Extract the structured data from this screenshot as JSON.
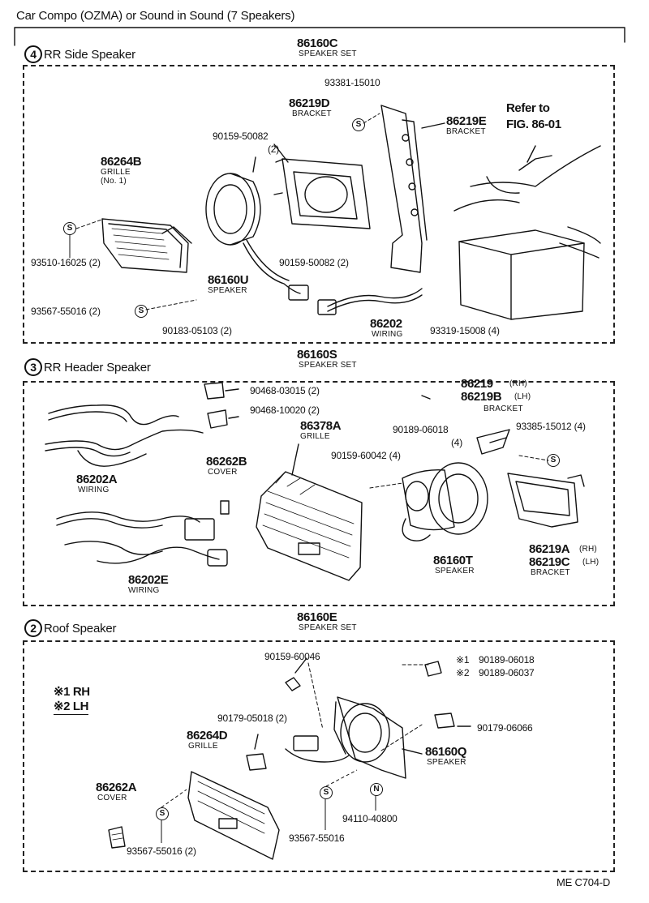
{
  "header": {
    "title": "Car Compo (OZMA) or Sound in Sound (7 Speakers)",
    "footer_code": "ME  C704-D"
  },
  "section4": {
    "num": "4",
    "title": "RR Side Speaker",
    "set_no": "86160C",
    "set_caption": "SPEAKER SET",
    "labels": {
      "p93381": "93381-15010",
      "p86219D": "86219D",
      "p86219D_cap": "BRACKET",
      "p86219E": "86219E",
      "p86219E_cap": "BRACKET",
      "refer1": "Refer to",
      "refer2": "FIG. 86-01",
      "p90159a": "90159-50082",
      "p90159a_qty": "(2)",
      "p86264B": "86264B",
      "p86264B_cap": "GRILLE",
      "p86264B_sub": "(No. 1)",
      "p93510": "93510-16025 (2)",
      "p86160U": "86160U",
      "p86160U_cap": "SPEAKER",
      "p90159b": "90159-50082 (2)",
      "p93567": "93567-55016 (2)",
      "p90183": "90183-05103 (2)",
      "p86202": "86202",
      "p86202_cap": "WIRING",
      "p93319": "93319-15008 (4)"
    }
  },
  "section3": {
    "num": "3",
    "title": "RR Header Speaker",
    "set_no": "86160S",
    "set_caption": "SPEAKER SET",
    "labels": {
      "p90468a": "90468-03015 (2)",
      "p90468b": "90468-10020 (2)",
      "p86219": "86219",
      "p86219_rh": "(RH)",
      "p86219B": "86219B",
      "p86219B_lh": "(LH)",
      "p86219_cap": "BRACKET",
      "p86378A": "86378A",
      "p86378A_cap": "GRILLE",
      "p90189": "90189-06018",
      "p90189_qty": "(4)",
      "p93385": "93385-15012 (4)",
      "p90159": "90159-60042 (4)",
      "p86202A": "86202A",
      "p86202A_cap": "WIRING",
      "p86262B": "86262B",
      "p86262B_cap": "COVER",
      "p86160T": "86160T",
      "p86160T_cap": "SPEAKER",
      "p86219A": "86219A",
      "p86219A_rh": "(RH)",
      "p86219C": "86219C",
      "p86219C_lh": "(LH)",
      "p86219A_cap": "BRACKET",
      "p86202E": "86202E",
      "p86202E_cap": "WIRING"
    }
  },
  "section2": {
    "num": "2",
    "title": "Roof Speaker",
    "set_no": "86160E",
    "set_caption": "SPEAKER SET",
    "labels": {
      "p90159": "90159-60046",
      "m1": "※1",
      "p90189a": "90189-06018",
      "m2": "※2",
      "p90189b": "90189-06037",
      "legend1": "※1 RH",
      "legend2": "※2 LH",
      "p90179a": "90179-05018 (2)",
      "p90179b": "90179-06066",
      "p86264D": "86264D",
      "p86264D_cap": "GRILLE",
      "p86160Q": "86160Q",
      "p86160Q_cap": "SPEAKER",
      "p86262A": "86262A",
      "p86262A_cap": "COVER",
      "p94110": "94110-40800",
      "p93567a": "93567-55016 (2)",
      "p93567b": "93567-55016"
    }
  },
  "symbols": {
    "s": "S",
    "n": "N"
  }
}
